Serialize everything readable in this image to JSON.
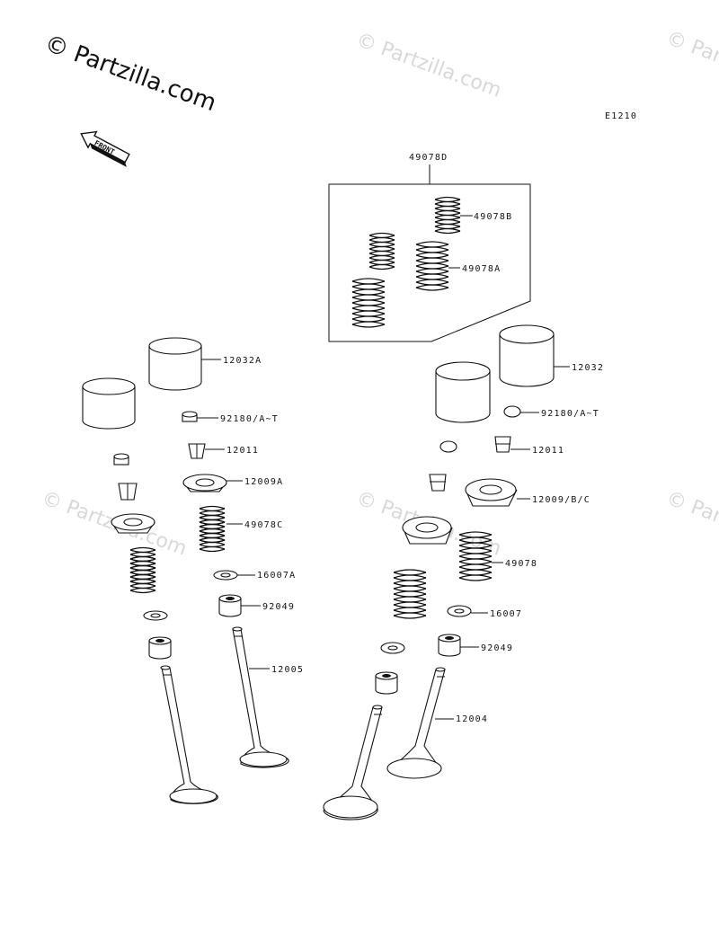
{
  "watermark": {
    "main": "© Partzilla.com",
    "faint": "© Partzilla.com"
  },
  "diagram_code": "E1210",
  "front_arrow_label": "FRONT",
  "kit_label": "49078D",
  "labels": {
    "spring_b": "49078B",
    "spring_a": "49078A",
    "tappet_left": "12032A",
    "tappet_right": "12032",
    "shim_left": "92180/A~T",
    "shim_right": "92180/A~T",
    "cotter_left": "12011",
    "cotter_right": "12011",
    "retainer_left": "12009A",
    "retainer_right": "12009/B/C",
    "spring_left": "49078C",
    "spring_right": "49078",
    "seat_left": "16007A",
    "seat_right": "16007",
    "seal_left": "92049",
    "seal_right": "92049",
    "valve_left": "12005",
    "valve_right": "12004"
  }
}
